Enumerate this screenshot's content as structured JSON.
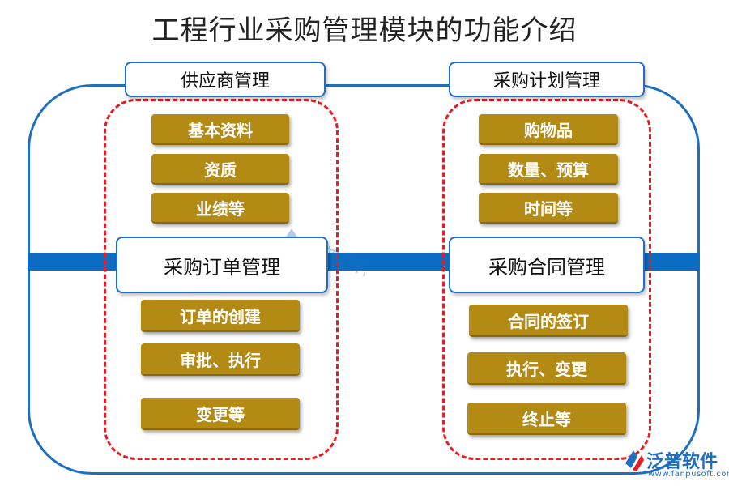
{
  "title": "工程行业采购管理模块的功能介绍",
  "left": {
    "top_header": "供应商管理",
    "top_items": [
      "基本资料",
      "资质",
      "业绩等"
    ],
    "mid_header": "采购订单管理",
    "bottom_items": [
      "订单的创建",
      "审批、执行",
      "变更等"
    ]
  },
  "right": {
    "top_header": "采购计划管理",
    "top_items": [
      "购物品",
      "数量、预算",
      "时间等"
    ],
    "mid_header": "采购合同管理",
    "bottom_items": [
      "合同的签订",
      "执行、变更",
      "终止等"
    ]
  },
  "logo": {
    "name": "泛普软件",
    "url": "www.fanpusoft.com"
  },
  "colors": {
    "blue": "#1f6fc0",
    "band": "#0b6cc1",
    "dash": "#e31e24",
    "gold": "#b38a14"
  }
}
